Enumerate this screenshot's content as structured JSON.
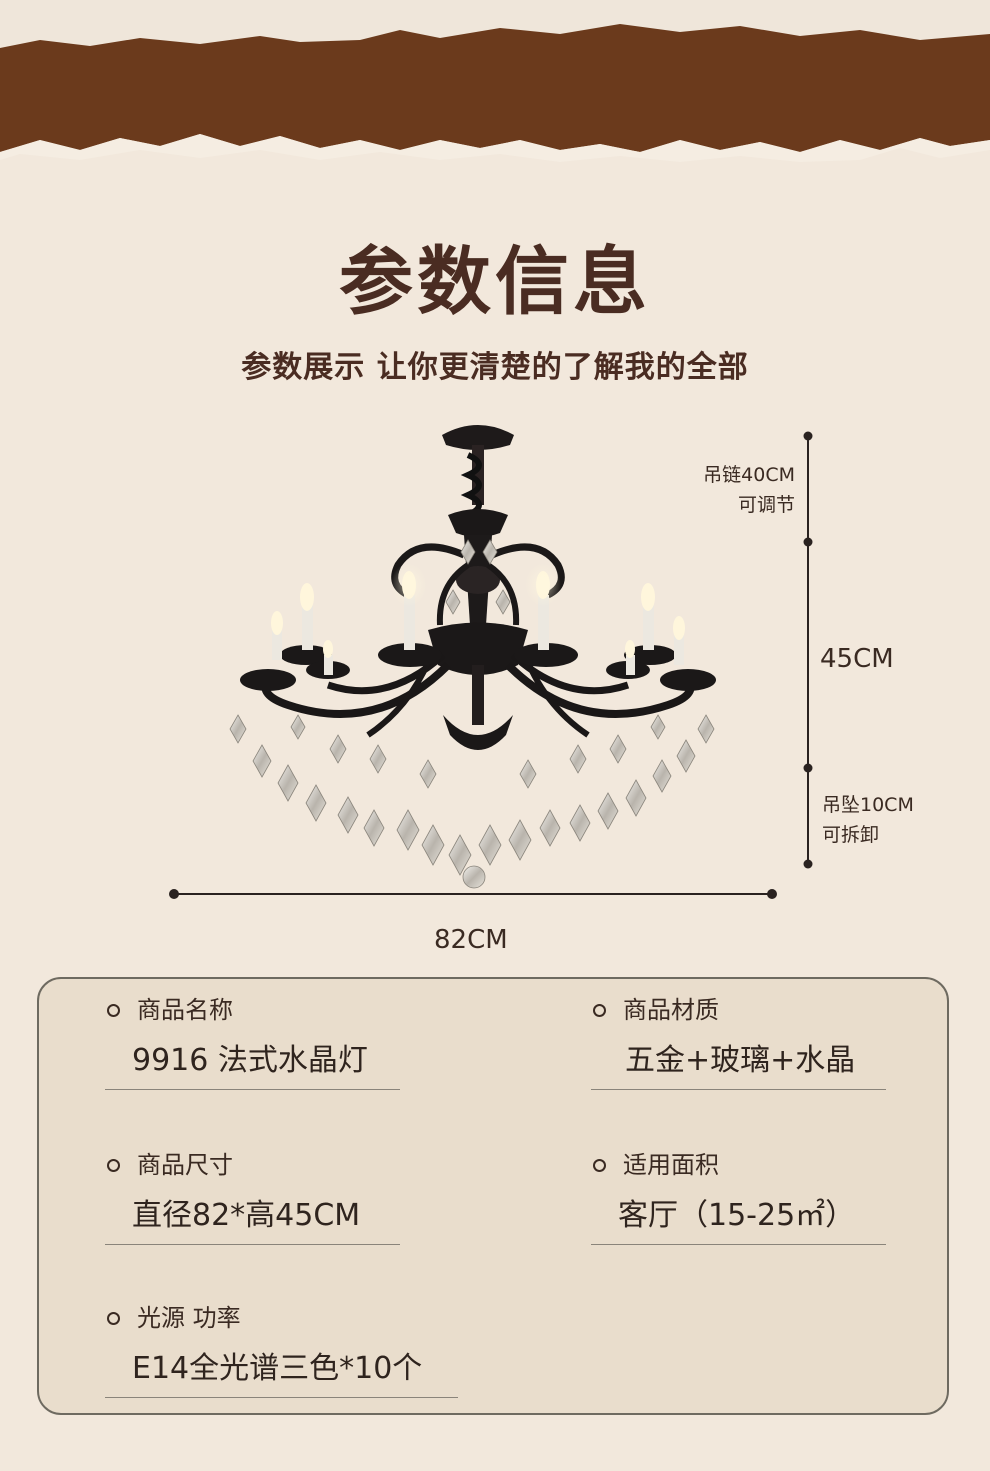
{
  "header": {
    "title": "参数信息",
    "subtitle": "参数展示 让你更清楚的了解我的全部"
  },
  "dimensions": {
    "chain_length": "吊链40CM",
    "chain_note": "可调节",
    "body_height": "45CM",
    "pendant_length": "吊坠10CM",
    "pendant_note": "可拆卸",
    "width": "82CM"
  },
  "specs": [
    {
      "label": "商品名称",
      "value": "9916 法式水晶灯"
    },
    {
      "label": "商品材质",
      "value": "五金+玻璃+水晶"
    },
    {
      "label": "商品尺寸",
      "value": "直径82*高45CM"
    },
    {
      "label": "适用面积",
      "value": "客厅（15-25㎡）"
    },
    {
      "label": "光源 功率",
      "value": "E14全光谱三色*10个"
    }
  ],
  "colors": {
    "background": "#f2e8dc",
    "torn_band": "#6b3a1c",
    "title": "#4a2c22",
    "panel": "#e9ddcc"
  }
}
